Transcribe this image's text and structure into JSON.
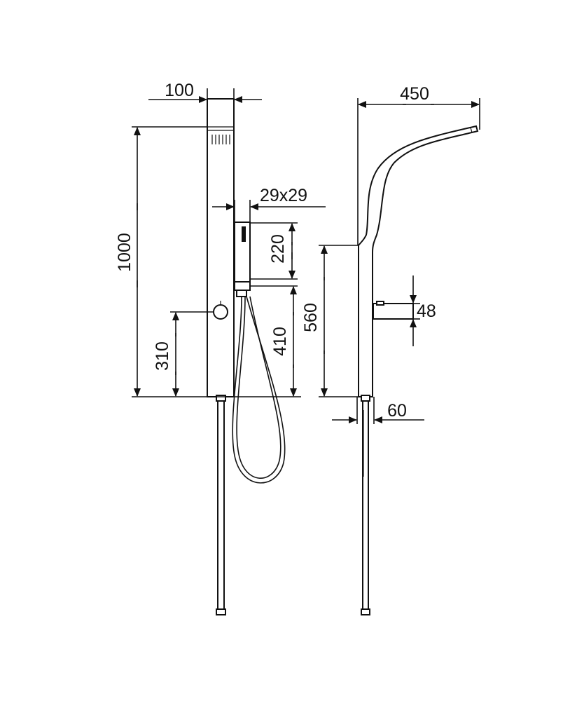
{
  "front_view": {
    "width_label": "100",
    "height_label": "1000",
    "hand_shower_label": "29x29",
    "hand_shower_length_label": "220",
    "holder_height_label": "410",
    "mixer_height_label": "310"
  },
  "side_view": {
    "head_reach_label": "450",
    "bend_height_label": "560",
    "knob_depth_label": "48",
    "base_depth_label": "60"
  },
  "colors": {
    "line": "#111111",
    "background": "#ffffff"
  }
}
